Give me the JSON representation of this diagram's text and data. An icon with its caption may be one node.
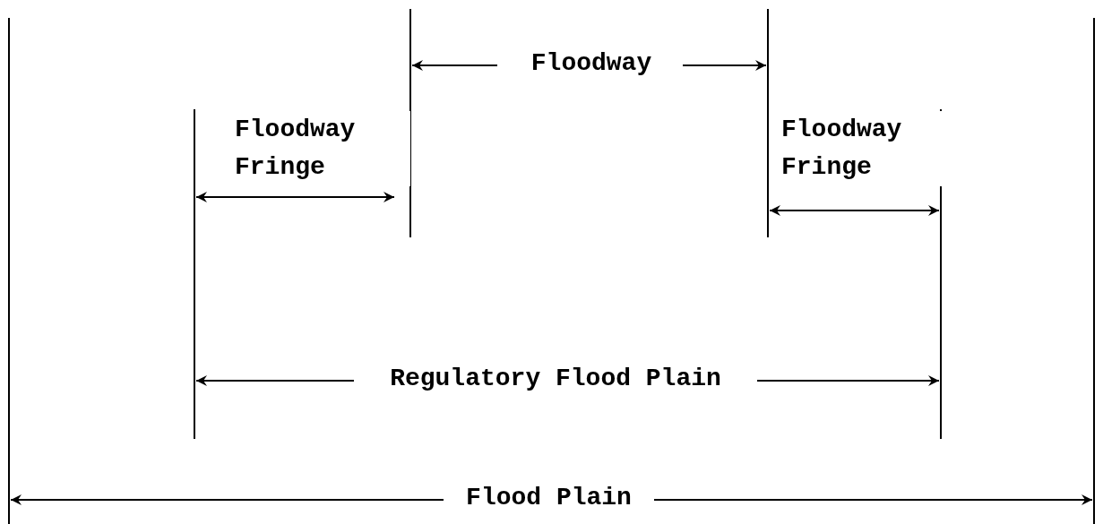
{
  "diagram": {
    "labels": [
      "Floodway",
      "Floodway Fringe",
      "Floodway Fringe",
      "Regulatory Flood Plain",
      "Flood Plain"
    ]
  }
}
